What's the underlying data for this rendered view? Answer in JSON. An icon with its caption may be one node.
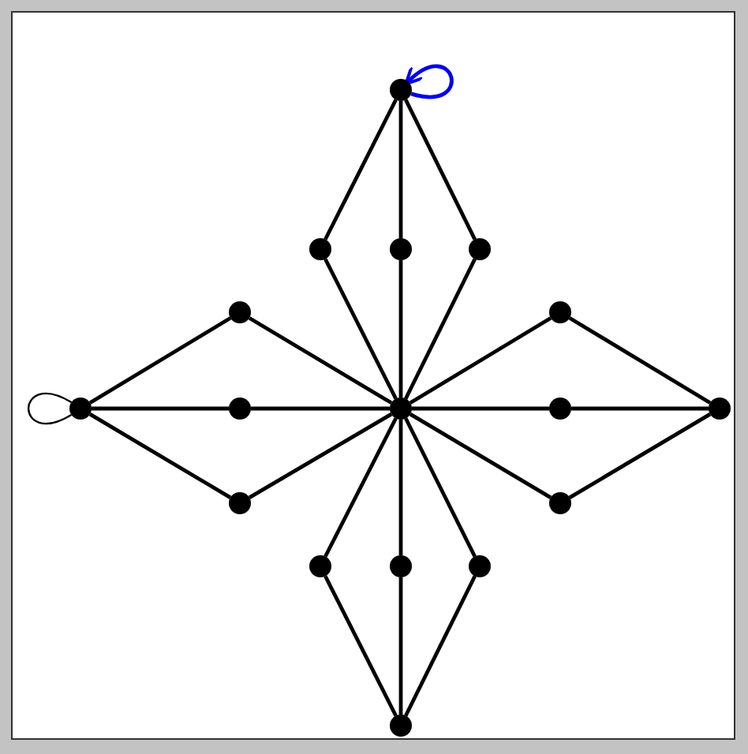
{
  "diagram": {
    "nodes": [
      {
        "text": [],
        "shape": "circle"
      },
      {
        "text": [],
        "shape": "circle"
      },
      {
        "text": [],
        "shape": "circle"
      },
      {
        "text": [],
        "shape": "circle"
      },
      {
        "text": [],
        "shape": "circle"
      },
      {
        "text": [],
        "shape": "circle"
      },
      {
        "text": [],
        "shape": "circle"
      },
      {
        "text": [],
        "shape": "circle"
      },
      {
        "text": [],
        "shape": "circle"
      },
      {
        "text": [],
        "shape": "circle"
      },
      {
        "text": [],
        "shape": "circle"
      },
      {
        "text": [],
        "shape": "circle"
      },
      {
        "text": [],
        "shape": "circle"
      },
      {
        "text": [],
        "shape": "circle"
      },
      {
        "text": [],
        "shape": "circle"
      },
      {
        "text": [],
        "shape": "circle"
      },
      {
        "text": [],
        "shape": "circle"
      }
    ],
    "edges": [
      {
        "from": 0,
        "to": 1,
        "arrow": "none"
      },
      {
        "from": 0,
        "to": 2,
        "arrow": "none"
      },
      {
        "from": 0,
        "to": 3,
        "arrow": "none"
      },
      {
        "from": 1,
        "to": 8,
        "arrow": "none"
      },
      {
        "from": 2,
        "to": 8,
        "arrow": "none"
      },
      {
        "from": 3,
        "to": 8,
        "arrow": "none"
      },
      {
        "from": 6,
        "to": 4,
        "arrow": "none"
      },
      {
        "from": 6,
        "to": 7,
        "arrow": "none"
      },
      {
        "from": 6,
        "to": 11,
        "arrow": "none"
      },
      {
        "from": 4,
        "to": 8,
        "arrow": "none"
      },
      {
        "from": 7,
        "to": 8,
        "arrow": "none"
      },
      {
        "from": 11,
        "to": 8,
        "arrow": "none"
      },
      {
        "from": 8,
        "to": 5,
        "arrow": "none"
      },
      {
        "from": 8,
        "to": 9,
        "arrow": "none"
      },
      {
        "from": 8,
        "to": 12,
        "arrow": "none"
      },
      {
        "from": 5,
        "to": 10,
        "arrow": "none"
      },
      {
        "from": 9,
        "to": 10,
        "arrow": "none"
      },
      {
        "from": 12,
        "to": 10,
        "arrow": "none"
      },
      {
        "from": 8,
        "to": 13,
        "arrow": "none"
      },
      {
        "from": 8,
        "to": 14,
        "arrow": "none"
      },
      {
        "from": 8,
        "to": 15,
        "arrow": "none"
      },
      {
        "from": 13,
        "to": 16,
        "arrow": "none"
      },
      {
        "from": 14,
        "to": 16,
        "arrow": "none"
      },
      {
        "from": 15,
        "to": 16,
        "arrow": "none"
      },
      {
        "from": 0,
        "to": 0,
        "arrow": "to",
        "color": "#0000ee"
      },
      {
        "from": 6,
        "to": 6,
        "arrow": "none"
      }
    ]
  }
}
